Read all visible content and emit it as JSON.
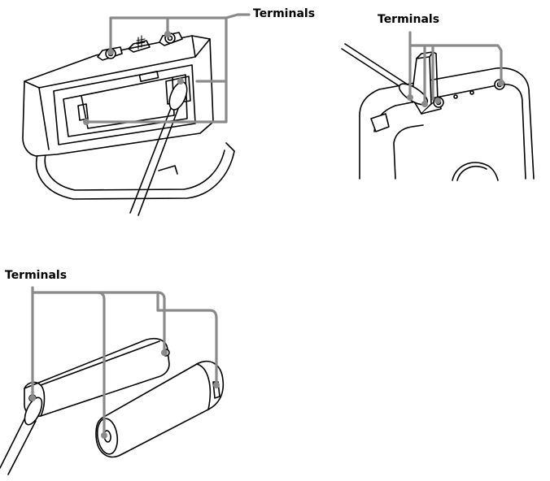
{
  "labels": {
    "top_left": "Terminals",
    "top_right": "Terminals",
    "bottom_left": "Terminals"
  },
  "colors": {
    "leader_line": "#8a8a8a",
    "outline": "#000000",
    "background": "#ffffff"
  }
}
